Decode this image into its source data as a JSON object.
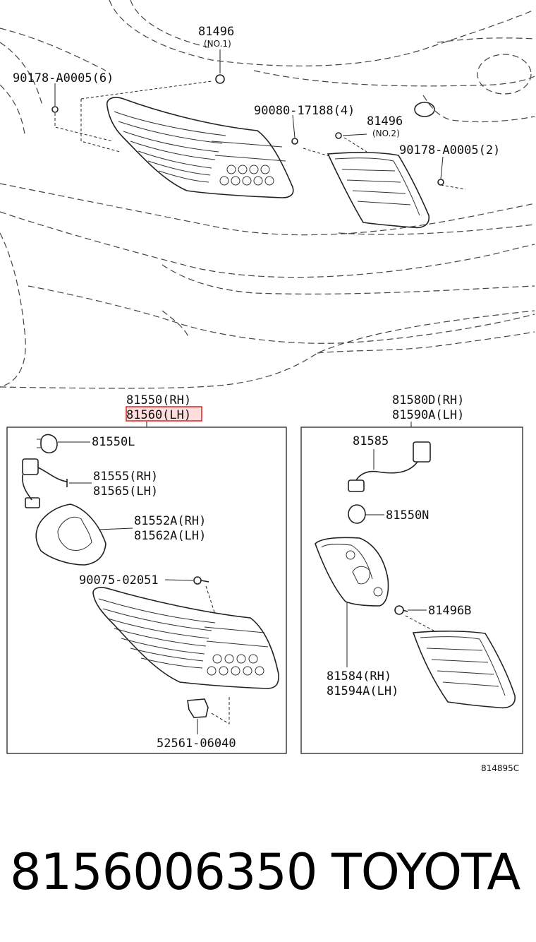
{
  "labels": {
    "top_81496_no1": "81496",
    "top_no1": "(NO.1)",
    "top_90178_6": "90178-A0005(6)",
    "top_90080": "90080-17188(4)",
    "top_81496_no2": "81496",
    "top_no2": "(NO.2)",
    "top_90178_2": "90178-A0005(2)",
    "assy_left_rh": "81550(RH)",
    "assy_left_lh": "81560(LH)",
    "assy_right_rh": "81580D(RH)",
    "assy_right_lh": "81590A(LH)",
    "l_81550L": "81550L",
    "l_81555": "81555(RH)",
    "l_81565": "81565(LH)",
    "l_81552A": "81552A(RH)",
    "l_81562A": "81562A(LH)",
    "l_90075": "90075-02051",
    "l_52561": "52561-06040",
    "r_81585": "81585",
    "r_81550N": "81550N",
    "r_81496B": "81496B",
    "r_81584": "81584(RH)",
    "r_81594A": "81594A(LH)",
    "diagram_ref": "814895C"
  },
  "footer": {
    "part_number": "8156006350",
    "brand": "TOYOTA"
  },
  "colors": {
    "highlight": "#dd2222",
    "line": "#222222"
  }
}
